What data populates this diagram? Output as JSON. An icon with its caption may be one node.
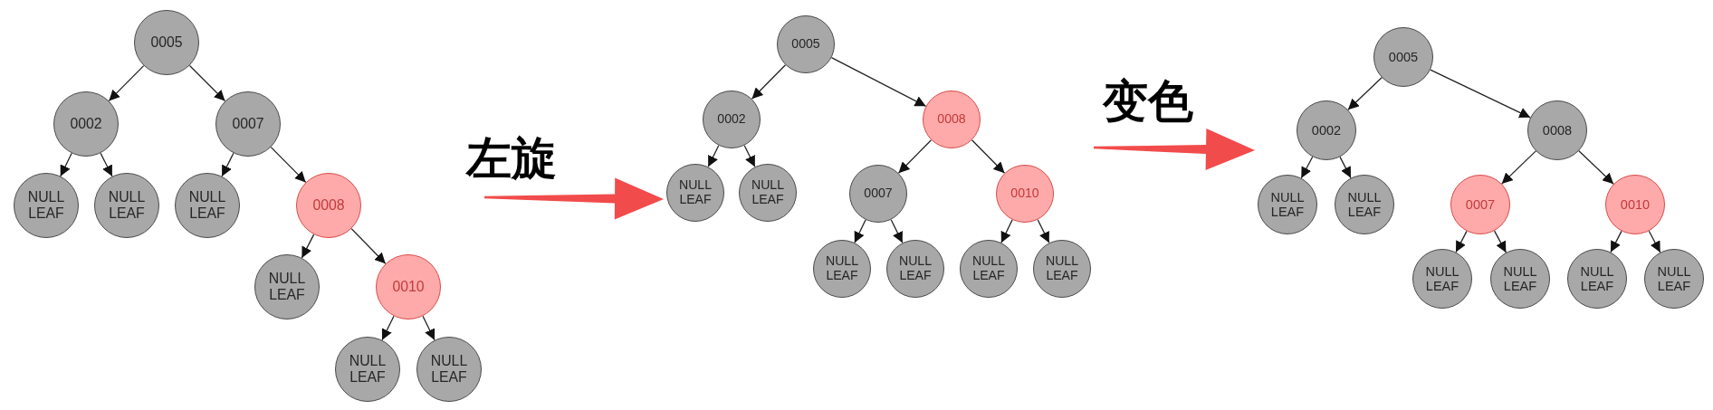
{
  "diagram": {
    "nodes": [
      {
        "text": [],
        "shape": "picture"
      },
      {
        "text": [
          "0005"
        ],
        "in": 0
      },
      {
        "text": [
          "0002"
        ],
        "in": 0
      },
      {
        "text": [
          "0007"
        ],
        "in": 0
      },
      {
        "text": [
          "NULL LEAF"
        ],
        "in": 0
      },
      {
        "text": [
          "NULL LEAF"
        ],
        "in": 0
      },
      {
        "text": [
          "NULL LEAF"
        ],
        "in": 0
      },
      {
        "text": [
          "0008"
        ],
        "in": 0
      },
      {
        "text": [
          "NULL LEAF"
        ],
        "in": 0
      },
      {
        "text": [
          "0010"
        ],
        "in": 0
      },
      {
        "text": [
          "NULL LEAF"
        ],
        "in": 0
      },
      {
        "text": [
          "NULL LEAF"
        ],
        "in": 0
      },
      {
        "text": [],
        "shape": "picture"
      },
      {
        "text": [
          "0005"
        ],
        "in": 12
      },
      {
        "text": [
          "0002"
        ],
        "in": 12
      },
      {
        "text": [
          "0008"
        ],
        "in": 12
      },
      {
        "text": [
          "NULL LEAF"
        ],
        "in": 12
      },
      {
        "text": [
          "NULL LEAF"
        ],
        "in": 12
      },
      {
        "text": [
          "0007"
        ],
        "in": 12
      },
      {
        "text": [
          "0010"
        ],
        "in": 12
      },
      {
        "text": [
          "NULL LEAF"
        ],
        "in": 12
      },
      {
        "text": [
          "NULL LEAF"
        ],
        "in": 12
      },
      {
        "text": [
          "NULL LEAF"
        ],
        "in": 12
      },
      {
        "text": [
          "NULL LEAF"
        ],
        "in": 12
      },
      {
        "text": [],
        "shape": "picture"
      },
      {
        "text": [
          "0005"
        ],
        "in": 24
      },
      {
        "text": [
          "0002"
        ],
        "in": 24
      },
      {
        "text": [
          "0008"
        ],
        "in": 24
      },
      {
        "text": [
          "NULL LEAF"
        ],
        "in": 24
      },
      {
        "text": [
          "NULL LEAF"
        ],
        "in": 24
      },
      {
        "text": [
          "0007"
        ],
        "in": 24
      },
      {
        "text": [
          "0010"
        ],
        "in": 24
      },
      {
        "text": [
          "NULL LEAF"
        ],
        "in": 24
      },
      {
        "text": [
          "NULL LEAF"
        ],
        "in": 24
      },
      {
        "text": [
          "NULL LEAF"
        ],
        "in": 24
      },
      {
        "text": [
          "NULL LEAF"
        ],
        "in": 24
      }
    ],
    "edges": [
      {
        "from": 1,
        "to": 2,
        "arrow": "to"
      },
      {
        "from": 1,
        "to": 3,
        "arrow": "to"
      },
      {
        "from": 2,
        "to": 4,
        "arrow": "to"
      },
      {
        "from": 2,
        "to": 5,
        "arrow": "to"
      },
      {
        "from": 3,
        "to": 6,
        "arrow": "to"
      },
      {
        "from": 3,
        "to": 7,
        "arrow": "to"
      },
      {
        "from": 7,
        "to": 8,
        "arrow": "to"
      },
      {
        "from": 7,
        "to": 9,
        "arrow": "to"
      },
      {
        "from": 9,
        "to": 10,
        "arrow": "to"
      },
      {
        "from": 9,
        "to": 11,
        "arrow": "to"
      },
      {
        "from": 0,
        "to": 12,
        "arrow": "to",
        "label": "左旋",
        "style": "thick",
        "color": "#f24b4b"
      },
      {
        "from": 13,
        "to": 14,
        "arrow": "to"
      },
      {
        "from": 13,
        "to": 15,
        "arrow": "to"
      },
      {
        "from": 14,
        "to": 16,
        "arrow": "to"
      },
      {
        "from": 14,
        "to": 17,
        "arrow": "to"
      },
      {
        "from": 15,
        "to": 18,
        "arrow": "to"
      },
      {
        "from": 15,
        "to": 19,
        "arrow": "to"
      },
      {
        "from": 18,
        "to": 20,
        "arrow": "to"
      },
      {
        "from": 18,
        "to": 21,
        "arrow": "to"
      },
      {
        "from": 19,
        "to": 22,
        "arrow": "to"
      },
      {
        "from": 19,
        "to": 23,
        "arrow": "to"
      },
      {
        "from": 12,
        "to": 24,
        "arrow": "to",
        "label": "变色",
        "style": "thick",
        "color": "#f24b4b"
      },
      {
        "from": 25,
        "to": 26,
        "arrow": "to"
      },
      {
        "from": 25,
        "to": 27,
        "arrow": "to"
      },
      {
        "from": 26,
        "to": 28,
        "arrow": "to"
      },
      {
        "from": 26,
        "to": 29,
        "arrow": "to"
      },
      {
        "from": 27,
        "to": 30,
        "arrow": "to"
      },
      {
        "from": 27,
        "to": 31,
        "arrow": "to"
      },
      {
        "from": 30,
        "to": 32,
        "arrow": "to"
      },
      {
        "from": 30,
        "to": 33,
        "arrow": "to"
      },
      {
        "from": 31,
        "to": 34,
        "arrow": "to"
      },
      {
        "from": 31,
        "to": 35,
        "arrow": "to"
      }
    ]
  }
}
